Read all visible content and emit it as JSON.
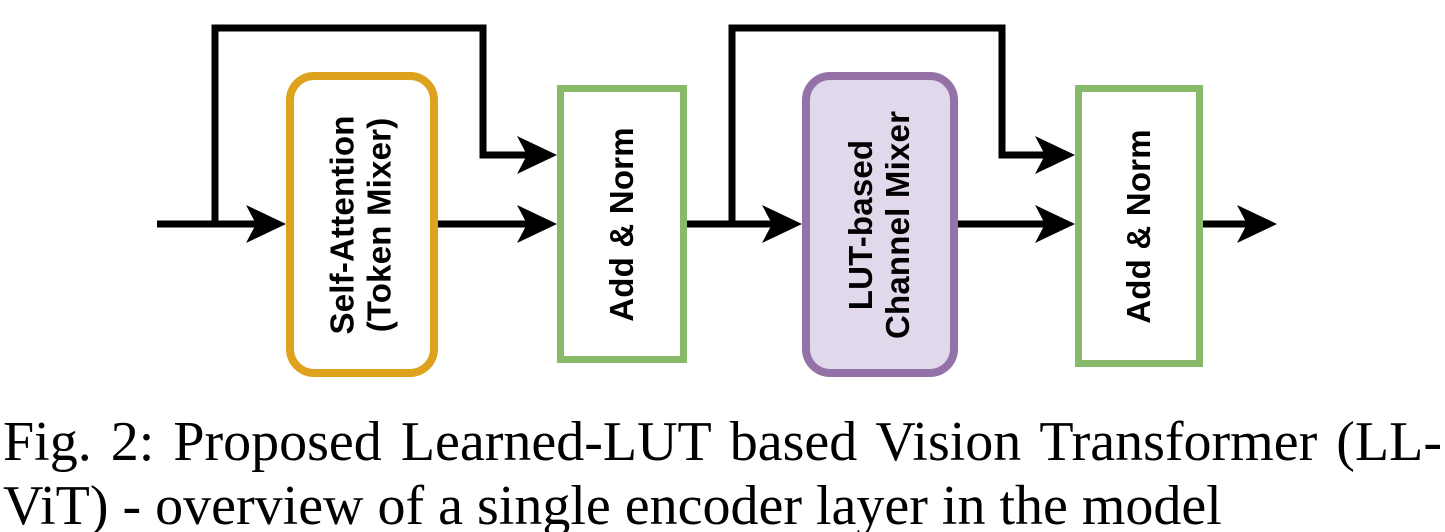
{
  "figure": {
    "diagram": {
      "wire_color": "#000000",
      "blocks": [
        {
          "label_lines": [
            "Self-Attention",
            "(Token Mixer)"
          ],
          "border_color": "#DFA21E",
          "fill_color": "#FFFFFF"
        },
        {
          "label_lines": [
            "Add & Norm"
          ],
          "border_color": "#87BA69",
          "fill_color": "#FFFFFF"
        },
        {
          "label_lines": [
            "LUT-based",
            "Channel Mixer"
          ],
          "border_color": "#9472A8",
          "fill_color": "#E2D8EB"
        },
        {
          "label_lines": [
            "Add & Norm"
          ],
          "border_color": "#87BA69",
          "fill_color": "#FFFFFF"
        }
      ]
    },
    "caption": {
      "lines": [
        "Fig. 2: Proposed Learned-LUT based Vision Transformer (LL-",
        "ViT) - overview of a single encoder layer in the model"
      ]
    }
  }
}
